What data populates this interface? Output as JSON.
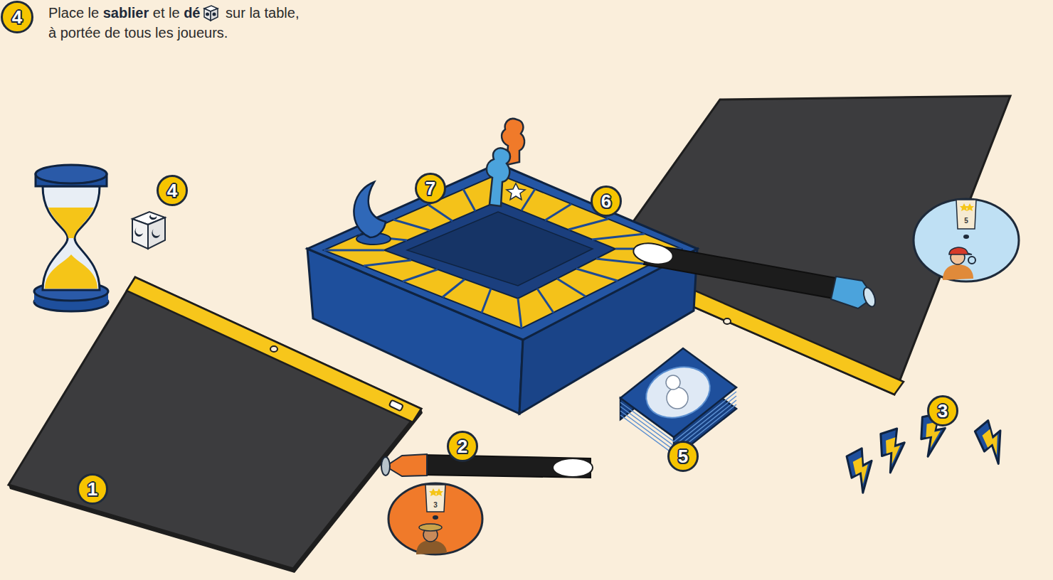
{
  "diagram": {
    "labels": [
      "4",
      "Place le",
      "sablier",
      "et le",
      "dé",
      "sur la table,",
      "à portée de tous les joueurs.",
      "4",
      "7",
      "6",
      "5",
      "1",
      "2",
      "3",
      "5",
      "3"
    ]
  }
}
